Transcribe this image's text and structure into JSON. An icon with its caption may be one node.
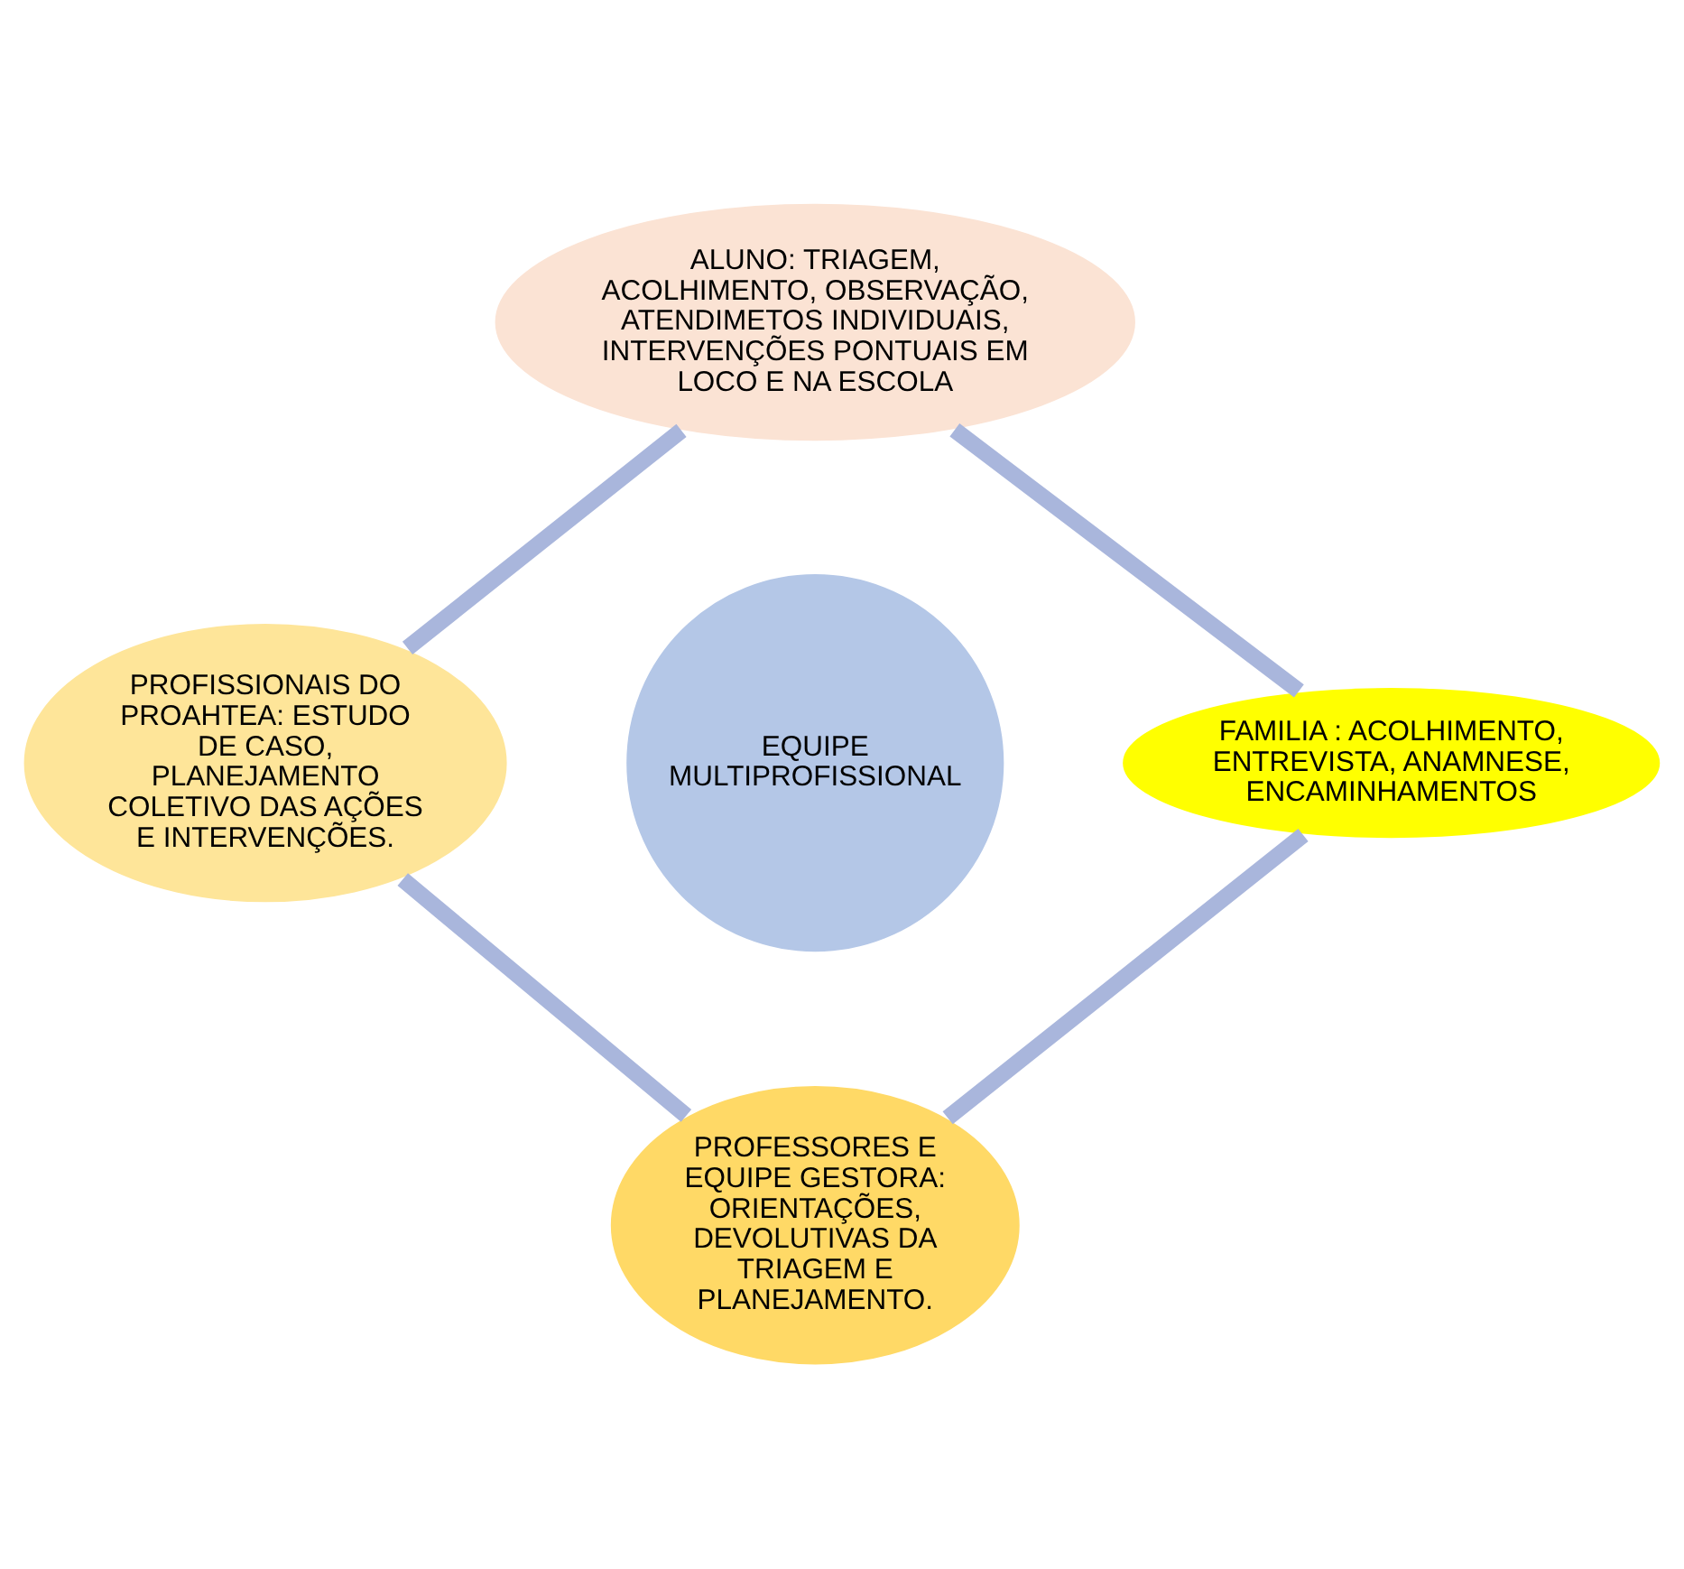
{
  "diagram": {
    "nodes": [
      {
        "text": [
          "ALUNO: TRIAGEM, ACOLHIMENTO, OBSERVAÇÃO, ATENDIMETOS INDIVIDUAIS, INTERVENÇÕES PONTUAIS EM LOCO E NA ESCOLA"
        ]
      },
      {
        "text": [
          "PROFISSIONAIS DO PROAHTEA: ESTUDO DE CASO, PLANEJAMENTO COLETIVO DAS AÇÕES E INTERVENÇÕES."
        ]
      },
      {
        "text": [
          "EQUIPE MULTIPROFISSIONAL"
        ]
      },
      {
        "text": [
          "FAMILIA : ACOLHIMENTO, ENTREVISTA, ANAMNESE, ENCAMINHAMENTOS"
        ]
      },
      {
        "text": [
          "PROFESSORES E EQUIPE GESTORA: ORIENTAÇÕES, DEVOLUTIVAS DA TRIAGEM E PLANEJAMENTO."
        ]
      }
    ],
    "edges": [
      {
        "from": 0,
        "to": 3,
        "arrow": "none"
      },
      {
        "from": 3,
        "to": 4,
        "arrow": "none"
      },
      {
        "from": 4,
        "to": 1,
        "arrow": "none"
      },
      {
        "from": 1,
        "to": 0,
        "arrow": "none"
      }
    ]
  }
}
